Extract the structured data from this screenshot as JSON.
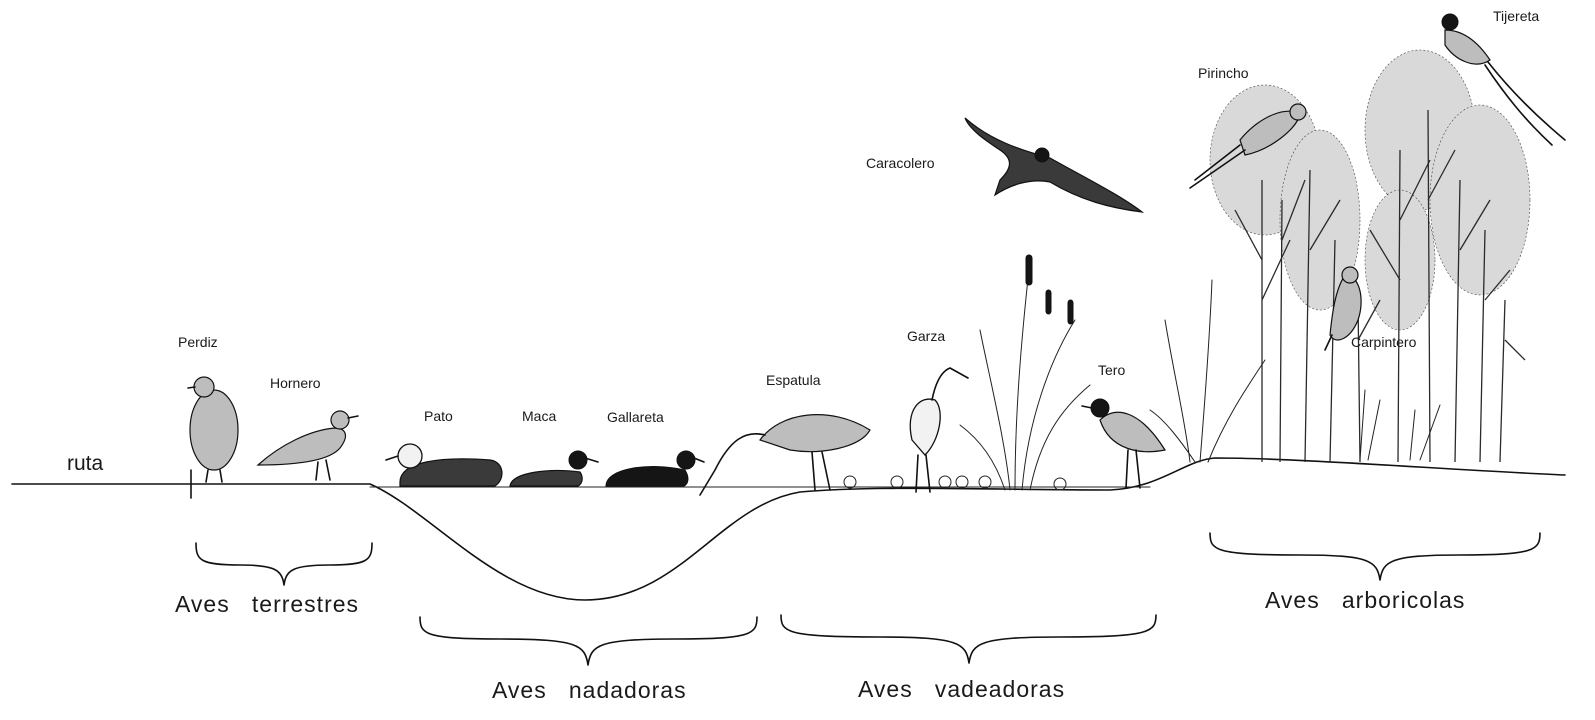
{
  "ruta_label": "ruta",
  "groups": {
    "terrestres": "Aves   terrestres",
    "nadadoras": "Aves   nadadoras",
    "vadeadoras": "Aves   vadeadoras",
    "arboricolas": "Aves   arboricolas"
  },
  "birds": {
    "perdiz": "Perdiz",
    "hornero": "Hornero",
    "pato": "Pato",
    "maca": "Maca",
    "gallareta": "Gallareta",
    "espatula": "Espatula",
    "garza": "Garza",
    "tero": "Tero",
    "caracolero": "Caracolero",
    "pirincho": "Pirincho",
    "carpintero": "Carpintero",
    "tijereta": "Tijereta"
  }
}
